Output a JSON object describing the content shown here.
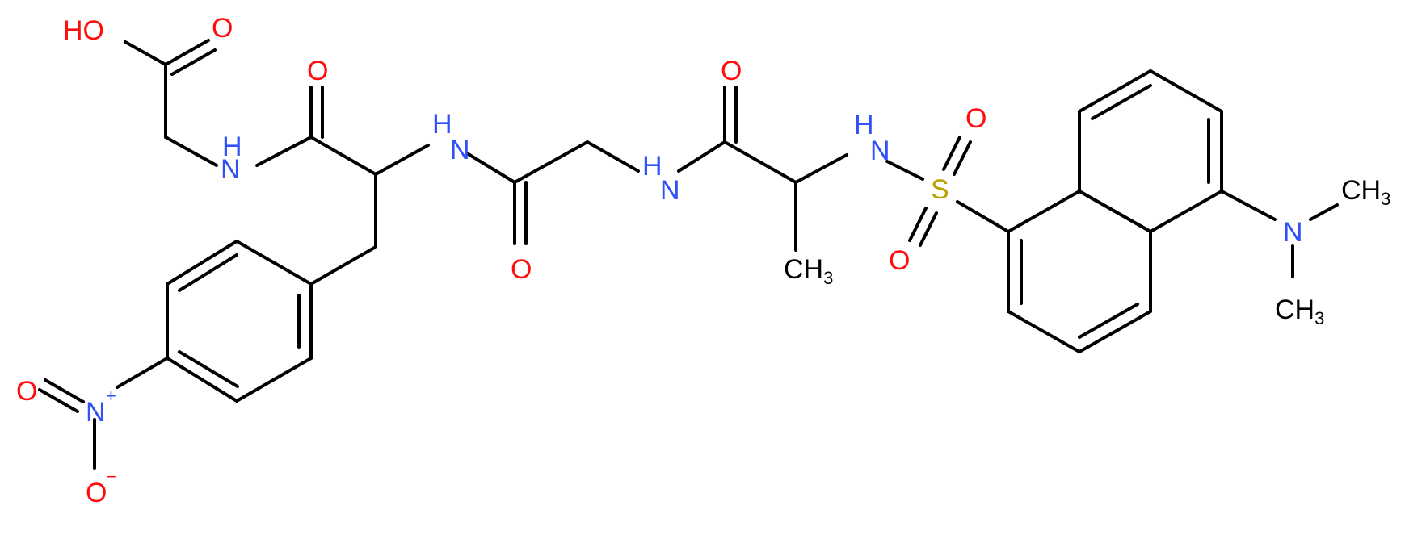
{
  "colors": {
    "bond": "#000000",
    "oxygen": "#ff0d0d",
    "nitrogen": "#3050f8",
    "sulfur": "#b8a000",
    "carbon": "#000000"
  },
  "labels": {
    "ho": "HO",
    "o_acid": "O",
    "nh_1": "N",
    "nh_1_h": "H",
    "o_1": "O",
    "nh_2": "H",
    "nh_2_n": "N",
    "o_2": "O",
    "nh_3": "N",
    "nh_3_h": "H",
    "o_3": "O",
    "nh_4": "H",
    "nh_4_n": "N",
    "s": "S",
    "o_s1": "O",
    "o_s2": "O",
    "ch3_ala_c": "CH",
    "ch3_ala_3": "3",
    "n_dim": "N",
    "ch3_a_c": "CH",
    "ch3_a_3": "3",
    "ch3_b_c": "CH",
    "ch3_b_3": "3",
    "o_no2_1": "O",
    "n_no2": "N",
    "n_no2_plus": "+",
    "o_no2_2": "O",
    "o_no2_minus": "−"
  }
}
